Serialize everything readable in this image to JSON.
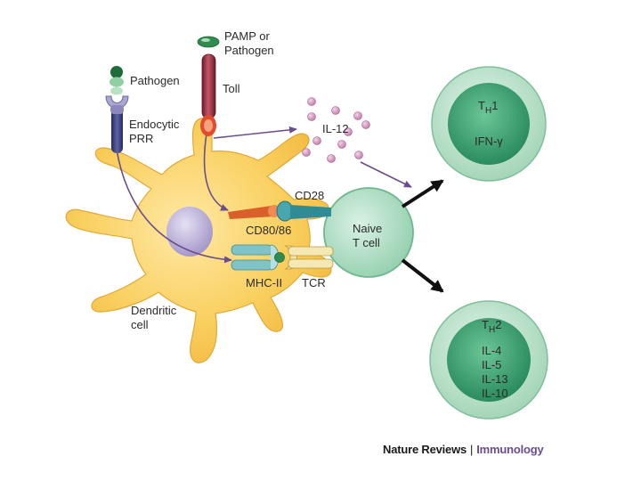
{
  "labels": {
    "pamp_line1": "PAMP or",
    "pamp_line2": "Pathogen",
    "toll": "Toll",
    "pathogen": "Pathogen",
    "endocytic_line1": "Endocytic",
    "endocytic_line2": "PRR",
    "il12": "IL-12",
    "cd28": "CD28",
    "cd80_86": "CD80/86",
    "naive_line1": "Naive",
    "naive_line2": "T cell",
    "mhc2": "MHC-II",
    "tcr": "TCR",
    "dendritic_line1": "Dendritic",
    "dendritic_line2": "cell"
  },
  "th1": {
    "name_main": "T",
    "name_sub": "H",
    "name_num": "1",
    "cytokines": [
      "IFN-γ"
    ]
  },
  "th2": {
    "name_main": "T",
    "name_sub": "H",
    "name_num": "2",
    "cytokines": [
      "IL-4",
      "IL-5",
      "IL-13",
      "IL-10"
    ]
  },
  "credit": {
    "publisher": "Nature Reviews",
    "separator": "|",
    "journal": "Immunology"
  },
  "colors": {
    "dendritic_fill": "#f9cf5e",
    "nucleus": "#b9aed6",
    "cell_outer": "#b8e0c8",
    "cell_inner": "#3aa06e",
    "naive_fill": "#a8dbbe",
    "toll_receptor": "#8a2432",
    "endocytic_prr": "#3b3f7d",
    "cd28": "#2f8c95",
    "cd80": "#d9602a",
    "arrow_purple": "#6a4d8f",
    "il12_dot": "#cf8db8",
    "pathogen_green": "#2f8c4e"
  }
}
